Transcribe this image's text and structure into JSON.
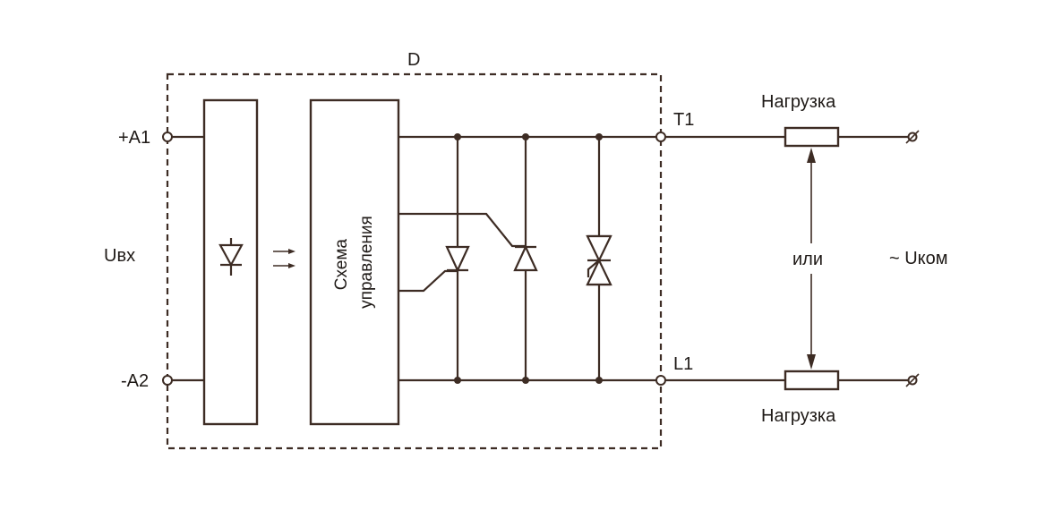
{
  "diagram": {
    "module_label": "D",
    "inputs": {
      "plus": "+A1",
      "minus": "-A2",
      "voltage": "Uвх"
    },
    "control_block": {
      "line1": "Схема",
      "line2": "управления"
    },
    "outputs": {
      "top": "T1",
      "bottom": "L1"
    },
    "load": {
      "top_label": "Нагрузка",
      "bottom_label": "Нагрузка",
      "or_label": "или"
    },
    "supply": {
      "label": "~ Uком"
    }
  }
}
